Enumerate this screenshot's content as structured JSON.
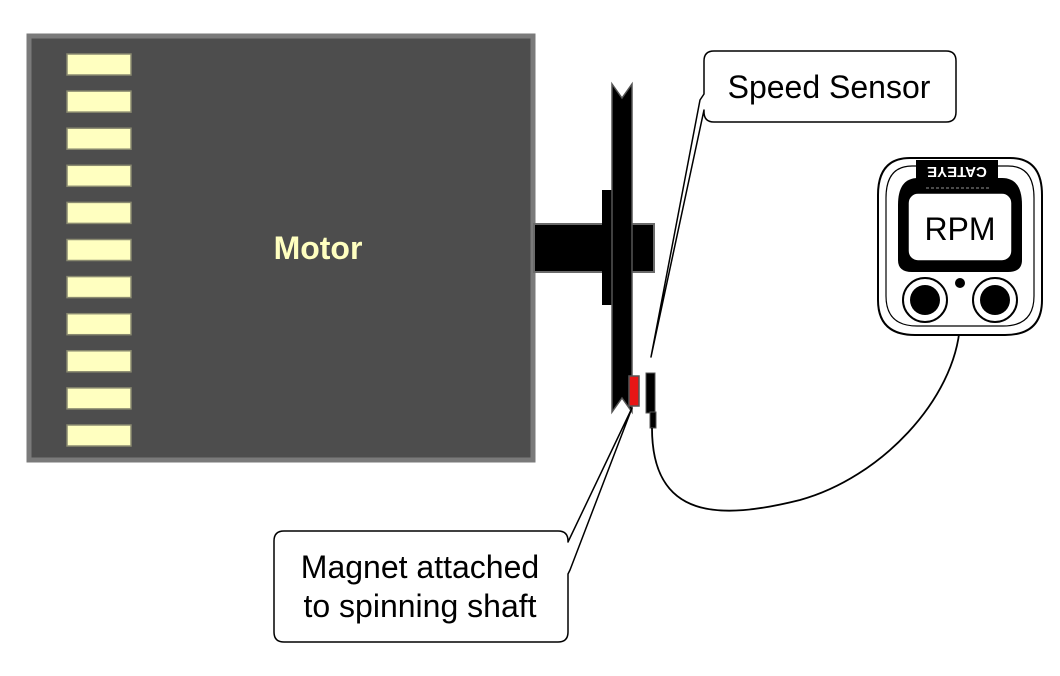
{
  "motor": {
    "label": "Motor",
    "fin_count": 11
  },
  "sensor_callout": {
    "label": "Speed Sensor"
  },
  "magnet_callout": {
    "line1": "Magnet attached",
    "line2": "to spinning shaft"
  },
  "computer": {
    "brand": "CATEYE",
    "display": "RPM"
  },
  "colors": {
    "motor_body": "#4d4d4d",
    "motor_border": "#7a7a7a",
    "fin": "#ffffc0",
    "motor_label": "#ffffc0",
    "magnet": "#e81616",
    "shaft": "#000000"
  }
}
